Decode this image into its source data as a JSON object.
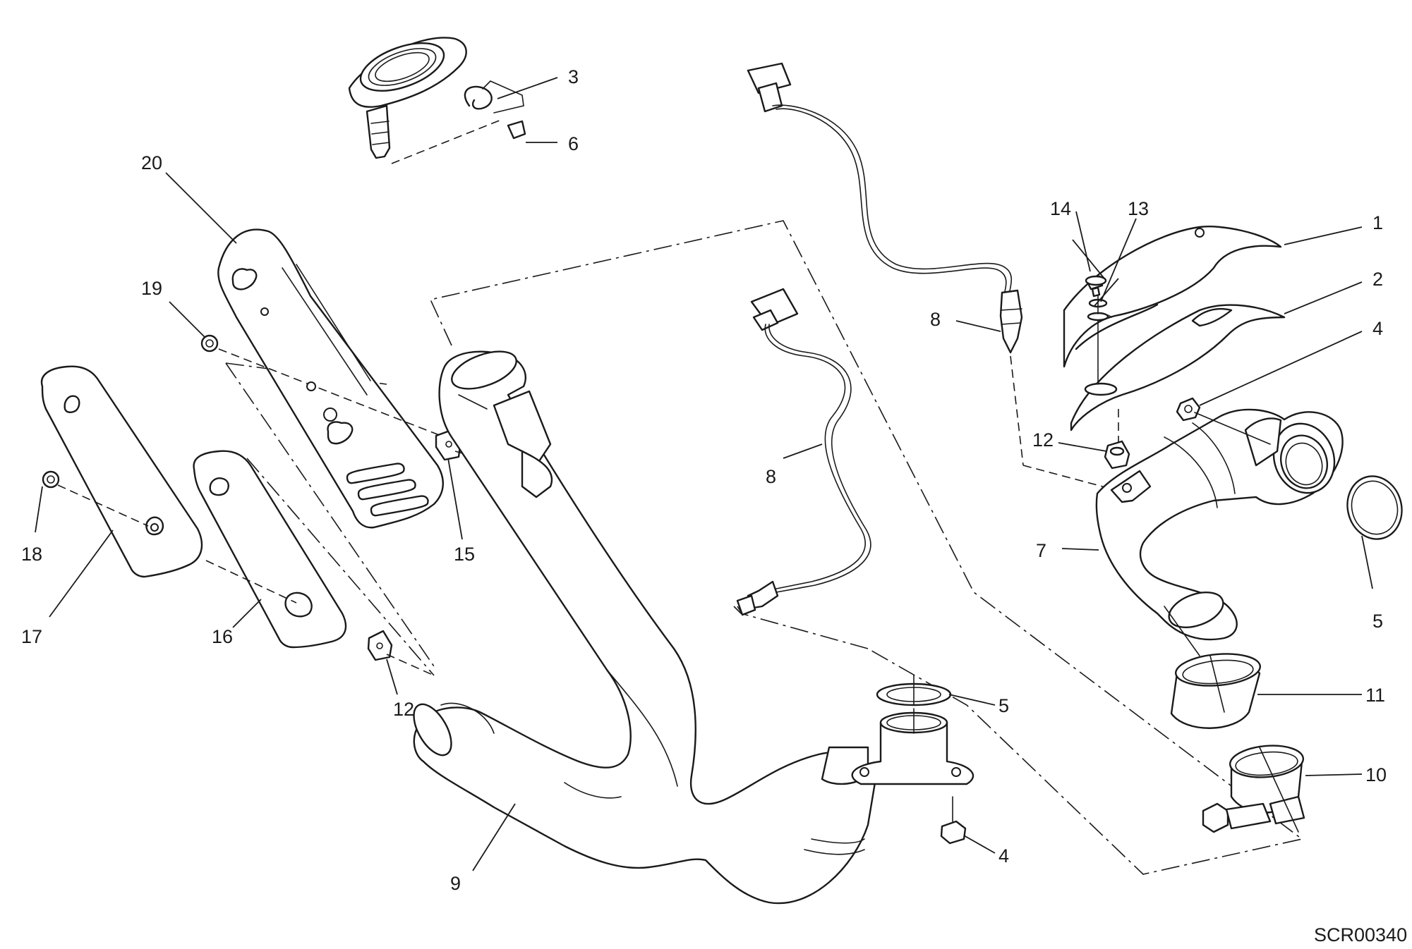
{
  "callouts": [
    {
      "id": "c1",
      "label": "1"
    },
    {
      "id": "c2",
      "label": "2"
    },
    {
      "id": "c3",
      "label": "3"
    },
    {
      "id": "c4a",
      "label": "4"
    },
    {
      "id": "c4b",
      "label": "4"
    },
    {
      "id": "c5a",
      "label": "5"
    },
    {
      "id": "c5b",
      "label": "5"
    },
    {
      "id": "c6",
      "label": "6"
    },
    {
      "id": "c7",
      "label": "7"
    },
    {
      "id": "c8a",
      "label": "8"
    },
    {
      "id": "c8b",
      "label": "8"
    },
    {
      "id": "c9",
      "label": "9"
    },
    {
      "id": "c10",
      "label": "10"
    },
    {
      "id": "c11",
      "label": "11"
    },
    {
      "id": "c12a",
      "label": "12"
    },
    {
      "id": "c12b",
      "label": "12"
    },
    {
      "id": "c13",
      "label": "13"
    },
    {
      "id": "c14",
      "label": "14"
    },
    {
      "id": "c15",
      "label": "15"
    },
    {
      "id": "c16",
      "label": "16"
    },
    {
      "id": "c17",
      "label": "17"
    },
    {
      "id": "c18",
      "label": "18"
    },
    {
      "id": "c19",
      "label": "19"
    },
    {
      "id": "c20",
      "label": "20"
    }
  ],
  "drawing_code": "SCR00340"
}
